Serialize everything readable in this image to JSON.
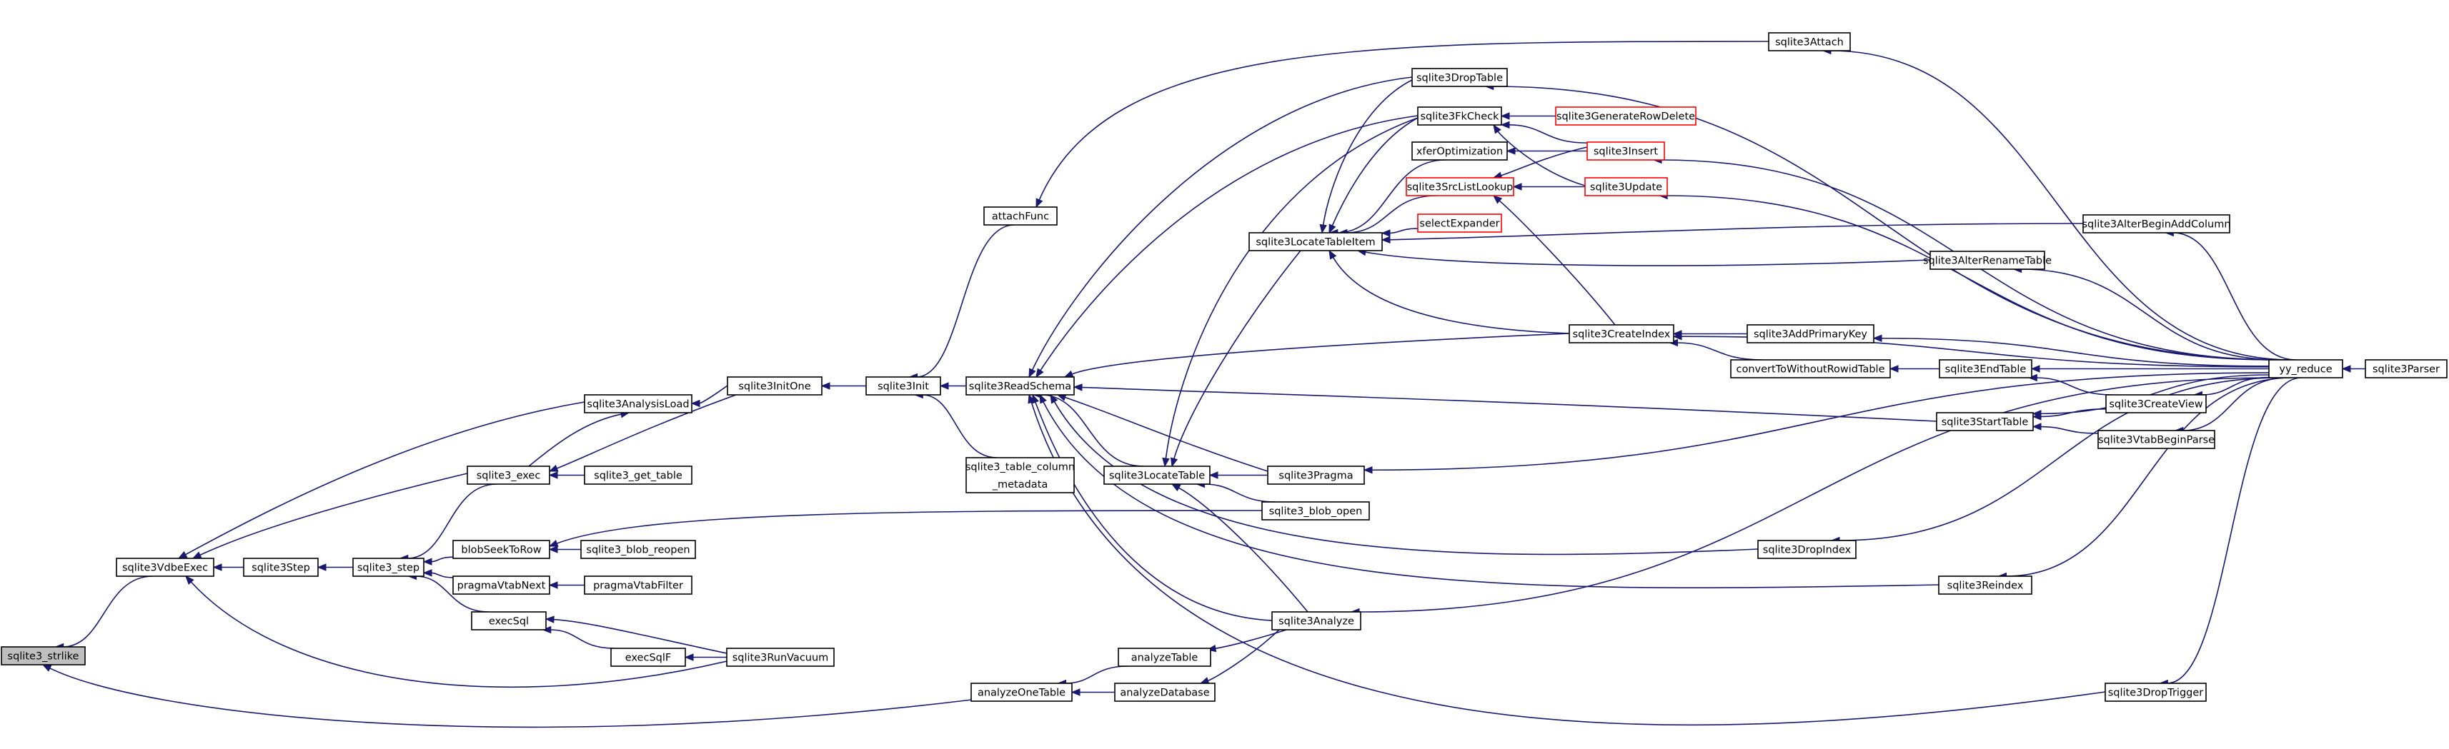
{
  "graph": {
    "nodes": {
      "sqlite3_strlike": "sqlite3_strlike",
      "sqlite3VdbeExec": "sqlite3VdbeExec",
      "sqlite3Step": "sqlite3Step",
      "sqlite3_step": "sqlite3_step",
      "sqlite3AnalysisLoad": "sqlite3AnalysisLoad",
      "sqlite3_exec": "sqlite3_exec",
      "sqlite3_get_table": "sqlite3_get_table",
      "sqlite3InitOne": "sqlite3InitOne",
      "sqlite3Init": "sqlite3Init",
      "attachFunc": "attachFunc",
      "sqlite3ReadSchema": "sqlite3ReadSchema",
      "sqlite3_table_column_metadata": [
        "sqlite3_table_column",
        "_metadata"
      ],
      "blobSeekToRow": "blobSeekToRow",
      "sqlite3_blob_reopen": "sqlite3_blob_reopen",
      "pragmaVtabNext": "pragmaVtabNext",
      "pragmaVtabFilter": "pragmaVtabFilter",
      "execSql": "execSql",
      "execSqlF": "execSqlF",
      "sqlite3RunVacuum": "sqlite3RunVacuum",
      "analyzeOneTable": "analyzeOneTable",
      "analyzeTable": "analyzeTable",
      "analyzeDatabase": "analyzeDatabase",
      "sqlite3Analyze": "sqlite3Analyze",
      "sqlite3LocateTable": "sqlite3LocateTable",
      "sqlite3Pragma": "sqlite3Pragma",
      "sqlite3_blob_open": "sqlite3_blob_open",
      "sqlite3LocateTableItem": "sqlite3LocateTableItem",
      "sqlite3DropTable": "sqlite3DropTable",
      "sqlite3FkCheck": "sqlite3FkCheck",
      "xferOptimization": "xferOptimization",
      "sqlite3SrcListLookup": "sqlite3SrcListLookup",
      "selectExpander": "selectExpander",
      "sqlite3GenerateRowDelete": "sqlite3GenerateRowDelete",
      "sqlite3Insert": "sqlite3Insert",
      "sqlite3Update": "sqlite3Update",
      "sqlite3Attach": "sqlite3Attach",
      "sqlite3CreateIndex": "sqlite3CreateIndex",
      "sqlite3AddPrimaryKey": "sqlite3AddPrimaryKey",
      "convertToWithoutRowidTable": "convertToWithoutRowidTable",
      "sqlite3EndTable": "sqlite3EndTable",
      "sqlite3StartTable": "sqlite3StartTable",
      "sqlite3CreateView": "sqlite3CreateView",
      "sqlite3VtabBeginParse": "sqlite3VtabBeginParse",
      "sqlite3AlterBeginAddColumn": "sqlite3AlterBeginAddColumn",
      "sqlite3AlterRenameTable": "sqlite3AlterRenameTable",
      "sqlite3DropIndex": "sqlite3DropIndex",
      "sqlite3Reindex": "sqlite3Reindex",
      "sqlite3DropTrigger": "sqlite3DropTrigger",
      "yy_reduce": "yy_reduce",
      "sqlite3Parser": "sqlite3Parser"
    },
    "highlight_colors": {
      "edge": "#191970",
      "truncated_node_border": "#ff0000",
      "root_fill": "#bfbfbf"
    },
    "edges": [
      [
        "sqlite3VdbeExec",
        "sqlite3_strlike"
      ],
      [
        "analyzeOneTable",
        "sqlite3_strlike"
      ],
      [
        "sqlite3Step",
        "sqlite3VdbeExec"
      ],
      [
        "sqlite3AnalysisLoad",
        "sqlite3VdbeExec"
      ],
      [
        "sqlite3_exec",
        "sqlite3VdbeExec"
      ],
      [
        "sqlite3RunVacuum",
        "sqlite3VdbeExec"
      ],
      [
        "sqlite3_step",
        "sqlite3Step"
      ],
      [
        "sqlite3_exec",
        "sqlite3_step"
      ],
      [
        "blobSeekToRow",
        "sqlite3_step"
      ],
      [
        "pragmaVtabNext",
        "sqlite3_step"
      ],
      [
        "execSql",
        "sqlite3_step"
      ],
      [
        "sqlite3_exec",
        "sqlite3AnalysisLoad"
      ],
      [
        "sqlite3InitOne",
        "sqlite3AnalysisLoad"
      ],
      [
        "sqlite3_get_table",
        "sqlite3_exec"
      ],
      [
        "sqlite3InitOne",
        "sqlite3_exec"
      ],
      [
        "sqlite3Init",
        "sqlite3InitOne"
      ],
      [
        "attachFunc",
        "sqlite3Init"
      ],
      [
        "sqlite3ReadSchema",
        "sqlite3Init"
      ],
      [
        "sqlite3_table_column_metadata",
        "sqlite3Init"
      ],
      [
        "sqlite3Attach",
        "attachFunc"
      ],
      [
        "sqlite3DropTable",
        "sqlite3ReadSchema"
      ],
      [
        "sqlite3FkCheck",
        "sqlite3ReadSchema"
      ],
      [
        "sqlite3LocateTable",
        "sqlite3ReadSchema"
      ],
      [
        "sqlite3Pragma",
        "sqlite3ReadSchema"
      ],
      [
        "sqlite3CreateIndex",
        "sqlite3ReadSchema"
      ],
      [
        "sqlite3StartTable",
        "sqlite3ReadSchema"
      ],
      [
        "sqlite3DropIndex",
        "sqlite3ReadSchema"
      ],
      [
        "sqlite3Reindex",
        "sqlite3ReadSchema"
      ],
      [
        "sqlite3Analyze",
        "sqlite3ReadSchema"
      ],
      [
        "sqlite3DropTrigger",
        "sqlite3ReadSchema"
      ],
      [
        "sqlite3_blob_reopen",
        "blobSeekToRow"
      ],
      [
        "sqlite3_blob_open",
        "blobSeekToRow"
      ],
      [
        "pragmaVtabFilter",
        "pragmaVtabNext"
      ],
      [
        "execSqlF",
        "execSql"
      ],
      [
        "sqlite3RunVacuum",
        "execSql"
      ],
      [
        "sqlite3RunVacuum",
        "execSqlF"
      ],
      [
        "analyzeTable",
        "analyzeOneTable"
      ],
      [
        "analyzeDatabase",
        "analyzeOneTable"
      ],
      [
        "sqlite3Analyze",
        "analyzeTable"
      ],
      [
        "sqlite3Analyze",
        "analyzeDatabase"
      ],
      [
        "sqlite3Pragma",
        "sqlite3LocateTable"
      ],
      [
        "sqlite3_blob_open",
        "sqlite3LocateTable"
      ],
      [
        "sqlite3Analyze",
        "sqlite3LocateTable"
      ],
      [
        "sqlite3FkCheck",
        "sqlite3LocateTable"
      ],
      [
        "sqlite3LocateTableItem",
        "sqlite3LocateTable"
      ],
      [
        "sqlite3DropTable",
        "sqlite3LocateTableItem"
      ],
      [
        "sqlite3FkCheck",
        "sqlite3LocateTableItem"
      ],
      [
        "xferOptimization",
        "sqlite3LocateTableItem"
      ],
      [
        "sqlite3SrcListLookup",
        "sqlite3LocateTableItem"
      ],
      [
        "selectExpander",
        "sqlite3LocateTableItem"
      ],
      [
        "sqlite3AlterBeginAddColumn",
        "sqlite3LocateTableItem"
      ],
      [
        "sqlite3AlterRenameTable",
        "sqlite3LocateTableItem"
      ],
      [
        "sqlite3CreateIndex",
        "sqlite3LocateTableItem"
      ],
      [
        "sqlite3GenerateRowDelete",
        "sqlite3FkCheck"
      ],
      [
        "sqlite3Insert",
        "sqlite3FkCheck"
      ],
      [
        "sqlite3Update",
        "sqlite3FkCheck"
      ],
      [
        "sqlite3Insert",
        "xferOptimization"
      ],
      [
        "sqlite3Insert",
        "sqlite3SrcListLookup"
      ],
      [
        "sqlite3Update",
        "sqlite3SrcListLookup"
      ],
      [
        "sqlite3CreateIndex",
        "sqlite3SrcListLookup"
      ],
      [
        "sqlite3AddPrimaryKey",
        "sqlite3CreateIndex"
      ],
      [
        "convertToWithoutRowidTable",
        "sqlite3CreateIndex"
      ],
      [
        "yy_reduce",
        "sqlite3CreateIndex"
      ],
      [
        "sqlite3EndTable",
        "convertToWithoutRowidTable"
      ],
      [
        "sqlite3CreateView",
        "sqlite3EndTable"
      ],
      [
        "yy_reduce",
        "sqlite3EndTable"
      ],
      [
        "sqlite3CreateView",
        "sqlite3StartTable"
      ],
      [
        "sqlite3VtabBeginParse",
        "sqlite3StartTable"
      ],
      [
        "yy_reduce",
        "sqlite3StartTable"
      ],
      [
        "yy_reduce",
        "sqlite3CreateView"
      ],
      [
        "yy_reduce",
        "sqlite3VtabBeginParse"
      ],
      [
        "yy_reduce",
        "sqlite3AddPrimaryKey"
      ],
      [
        "yy_reduce",
        "sqlite3Attach"
      ],
      [
        "yy_reduce",
        "sqlite3DropTable"
      ],
      [
        "yy_reduce",
        "sqlite3Insert"
      ],
      [
        "yy_reduce",
        "sqlite3Update"
      ],
      [
        "yy_reduce",
        "sqlite3AlterBeginAddColumn"
      ],
      [
        "yy_reduce",
        "sqlite3AlterRenameTable"
      ],
      [
        "yy_reduce",
        "sqlite3Pragma"
      ],
      [
        "yy_reduce",
        "sqlite3DropIndex"
      ],
      [
        "yy_reduce",
        "sqlite3Reindex"
      ],
      [
        "yy_reduce",
        "sqlite3Analyze"
      ],
      [
        "yy_reduce",
        "sqlite3DropTrigger"
      ],
      [
        "sqlite3Parser",
        "yy_reduce"
      ]
    ]
  }
}
